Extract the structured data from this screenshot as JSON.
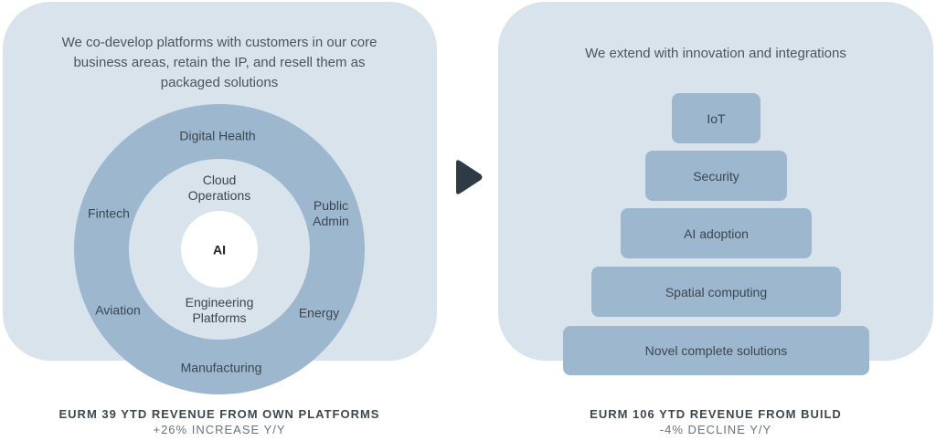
{
  "left": {
    "intro": "We co-develop platforms with customers in our core business areas, retain the IP, and resell them as packaged solutions",
    "center": "AI",
    "inner": [
      "Cloud Operations",
      "Engineering Platforms"
    ],
    "outer": [
      "Digital Health",
      "Public Admin",
      "Energy",
      "Manufacturing",
      "Aviation",
      "Fintech"
    ],
    "caption": "EURM 39 YTD REVENUE FROM OWN PLATFORMS",
    "subcaption": "+26% INCREASE Y/Y"
  },
  "right": {
    "intro": "We extend with innovation and integrations",
    "levels": [
      "IoT",
      "Security",
      "AI adoption",
      "Spatial computing",
      "Novel complete solutions"
    ],
    "caption": "EURM 106 YTD REVENUE FROM BUILD",
    "subcaption": "-4% DECLINE Y/Y"
  },
  "colors": {
    "panel": "#d8e3eb",
    "accent": "#9db7cf",
    "arrow": "#2f3b44"
  }
}
